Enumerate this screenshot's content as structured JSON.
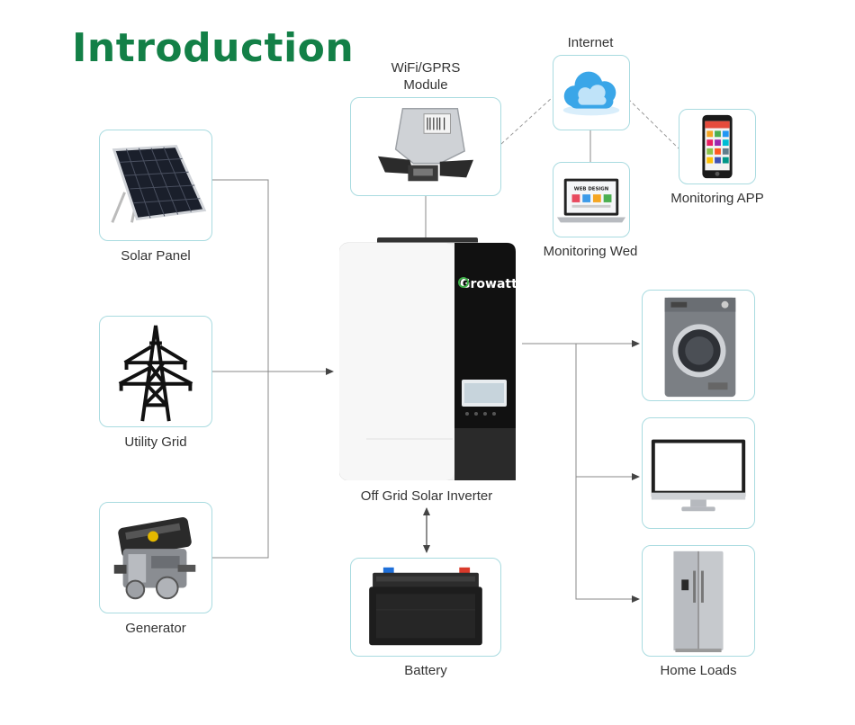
{
  "title": "Introduction",
  "nodes": {
    "solar_panel": {
      "label": "Solar Panel",
      "icon": "solar-panel-icon"
    },
    "utility_grid": {
      "label": "Utility Grid",
      "icon": "power-tower-icon"
    },
    "generator": {
      "label": "Generator",
      "icon": "engine-icon"
    },
    "wifi_module": {
      "label_line1": "WiFi/GPRS",
      "label_line2": "Module",
      "icon": "wifi-module-icon"
    },
    "internet": {
      "label": "Internet",
      "icon": "cloud-icon"
    },
    "monitoring_app": {
      "label": "Monitoring APP",
      "icon": "smartphone-icon"
    },
    "monitoring_web": {
      "label": "Monitoring Wed",
      "icon": "laptop-icon",
      "screen_text": "WEB DESIGN"
    },
    "inverter": {
      "label": "Off Grid Solar Inverter",
      "brand": "Growatt",
      "icon": "inverter-icon"
    },
    "battery": {
      "label": "Battery",
      "icon": "battery-icon"
    },
    "home_loads": {
      "label": "Home Loads",
      "icons": [
        "washing-machine-icon",
        "monitor-icon",
        "refrigerator-icon"
      ]
    }
  },
  "colors": {
    "title_green": "#138047",
    "box_border": "#a9dbe0",
    "connector": "#888888",
    "brand_green": "#3fae49",
    "cloud_blue": "#3aa6e8"
  }
}
